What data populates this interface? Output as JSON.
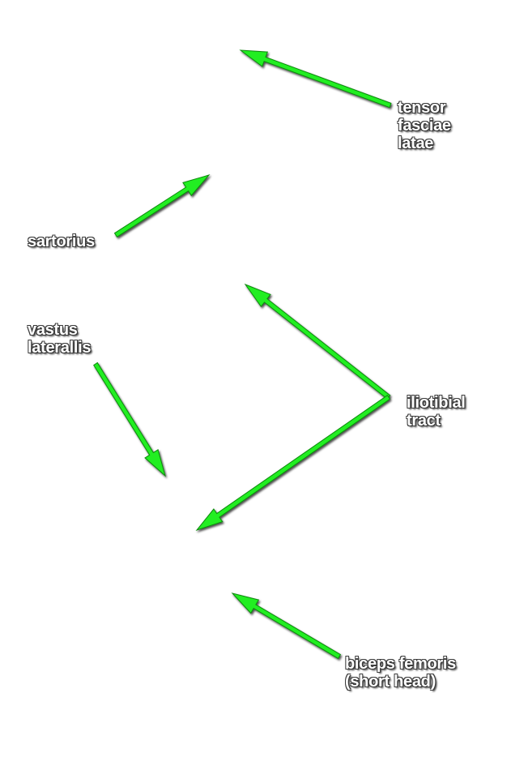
{
  "accent_color": "#22ee22",
  "labels": {
    "tensor_fasciae_latae": [
      "tensor",
      "fasciae",
      "latae"
    ],
    "sartorius": [
      "sartorius"
    ],
    "vastus_laterallis": [
      "vastus",
      "laterallis"
    ],
    "iliotibial_tract": [
      "iliotibial",
      "tract"
    ],
    "biceps_femoris": [
      "biceps femoris",
      "(short head)"
    ]
  }
}
